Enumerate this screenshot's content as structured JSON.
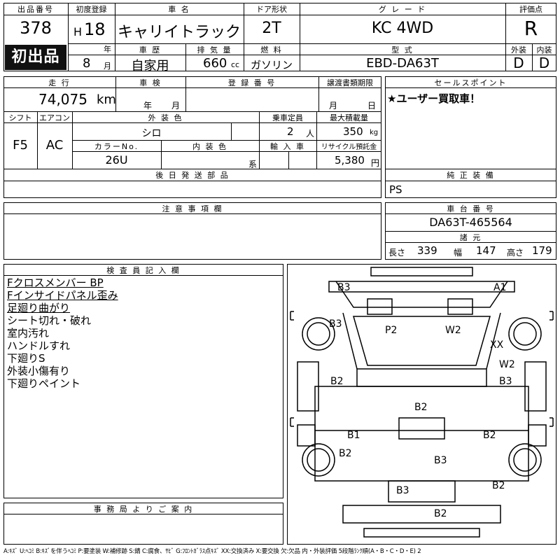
{
  "header": {
    "lot_label": "出品番号",
    "lot_number": "378",
    "first_listing": "初出品",
    "reg_label": "初度登録",
    "era": "H",
    "year": "18",
    "year_unit": "年",
    "month": "8",
    "month_unit": "月",
    "name_label": "車 名",
    "name": "キャリイトラック",
    "door_label": "ドア形状",
    "door": "2T",
    "grade_label": "グ レ ー ド",
    "grade": "KC 4WD",
    "score_label": "評価点",
    "score": "R",
    "history_label": "車 歴",
    "history": "自家用",
    "displacement_label": "排 気 量",
    "displacement": "660",
    "displacement_unit": "cc",
    "fuel_label": "燃 料",
    "fuel": "ガソリン",
    "model_label": "型 式",
    "model": "EBD-DA63T",
    "exterior_label": "外装",
    "exterior_grade": "D",
    "interior_label": "内装",
    "interior_grade": "D"
  },
  "row2": {
    "mileage_label": "走 行",
    "mileage": "74,075",
    "mileage_unit": "km",
    "inspection_label": "車 検",
    "insp_year_unit": "年",
    "insp_month_unit": "月",
    "plate_label": "登 録 番 号",
    "transfer_label": "譲渡書類期限",
    "transfer_month_unit": "月",
    "transfer_day_unit": "日",
    "sales_label": "セールスポイント",
    "sales_text": "★ユーザー買取車！",
    "shift_label": "シフト",
    "shift": "F5",
    "ac_label": "エアコン",
    "ac": "AC",
    "color_label": "外 装 色",
    "color": "シロ",
    "capacity_label": "乗車定員",
    "capacity": "2",
    "capacity_unit": "人",
    "load_label": "最大積載量",
    "load": "350",
    "load_unit": "kg",
    "colorno_label": "カラーNo.",
    "colorno": "26U",
    "intcolor_label": "内 装 色",
    "intcolor_unit": "系",
    "import_label": "輸 入 車",
    "recycle_label": "リサイクル預託金",
    "recycle": "5,380",
    "recycle_unit": "円",
    "parts_label": "後 日 発 送 部 品",
    "equip_label": "純 正 装 備",
    "equip": "PS"
  },
  "notes": {
    "caution_label": "注 意 事 項 欄",
    "chassis_label": "車 台 番 号",
    "chassis": "DA63T-465564",
    "spec_label": "諸 元",
    "length_label": "長さ",
    "length": "339",
    "width_label": "幅",
    "width": "147",
    "height_label": "高さ",
    "height": "179"
  },
  "inspector": {
    "label": "検 査 員 記 入 欄",
    "lines": [
      "Fクロスメンバー BP",
      "Fインサイドパネル歪み",
      "足廻り曲がり",
      "シート切れ・破れ",
      "室内汚れ",
      "ハンドルすれ",
      "下廻りS",
      "外装小傷有り",
      "下廻りペイント"
    ]
  },
  "office": {
    "label": "事 務 局 よ り ご 案 内"
  },
  "damage_marks": [
    "B3",
    "A1",
    "B3",
    "P2",
    "W2",
    "XX",
    "W2",
    "B2",
    "B3",
    "B2",
    "B1",
    "B2",
    "B2",
    "B3",
    "B3",
    "B2",
    "B2"
  ],
  "legend": "A:ｷｽﾞ U:ﾍｺﾐ B:ｷｽﾞを伴うﾍｺﾐ P:要塗装 W:補修跡 S:錆 C:腐食、ｻﾋﾞ G:ﾌﾛﾝﾄｶﾞﾗｽ点ｷｽﾞ XX:交換済み X:要交換 欠:欠品 内・外装評価 5段階ﾗﾝｸ順(A・B・C・D・E) 2"
}
